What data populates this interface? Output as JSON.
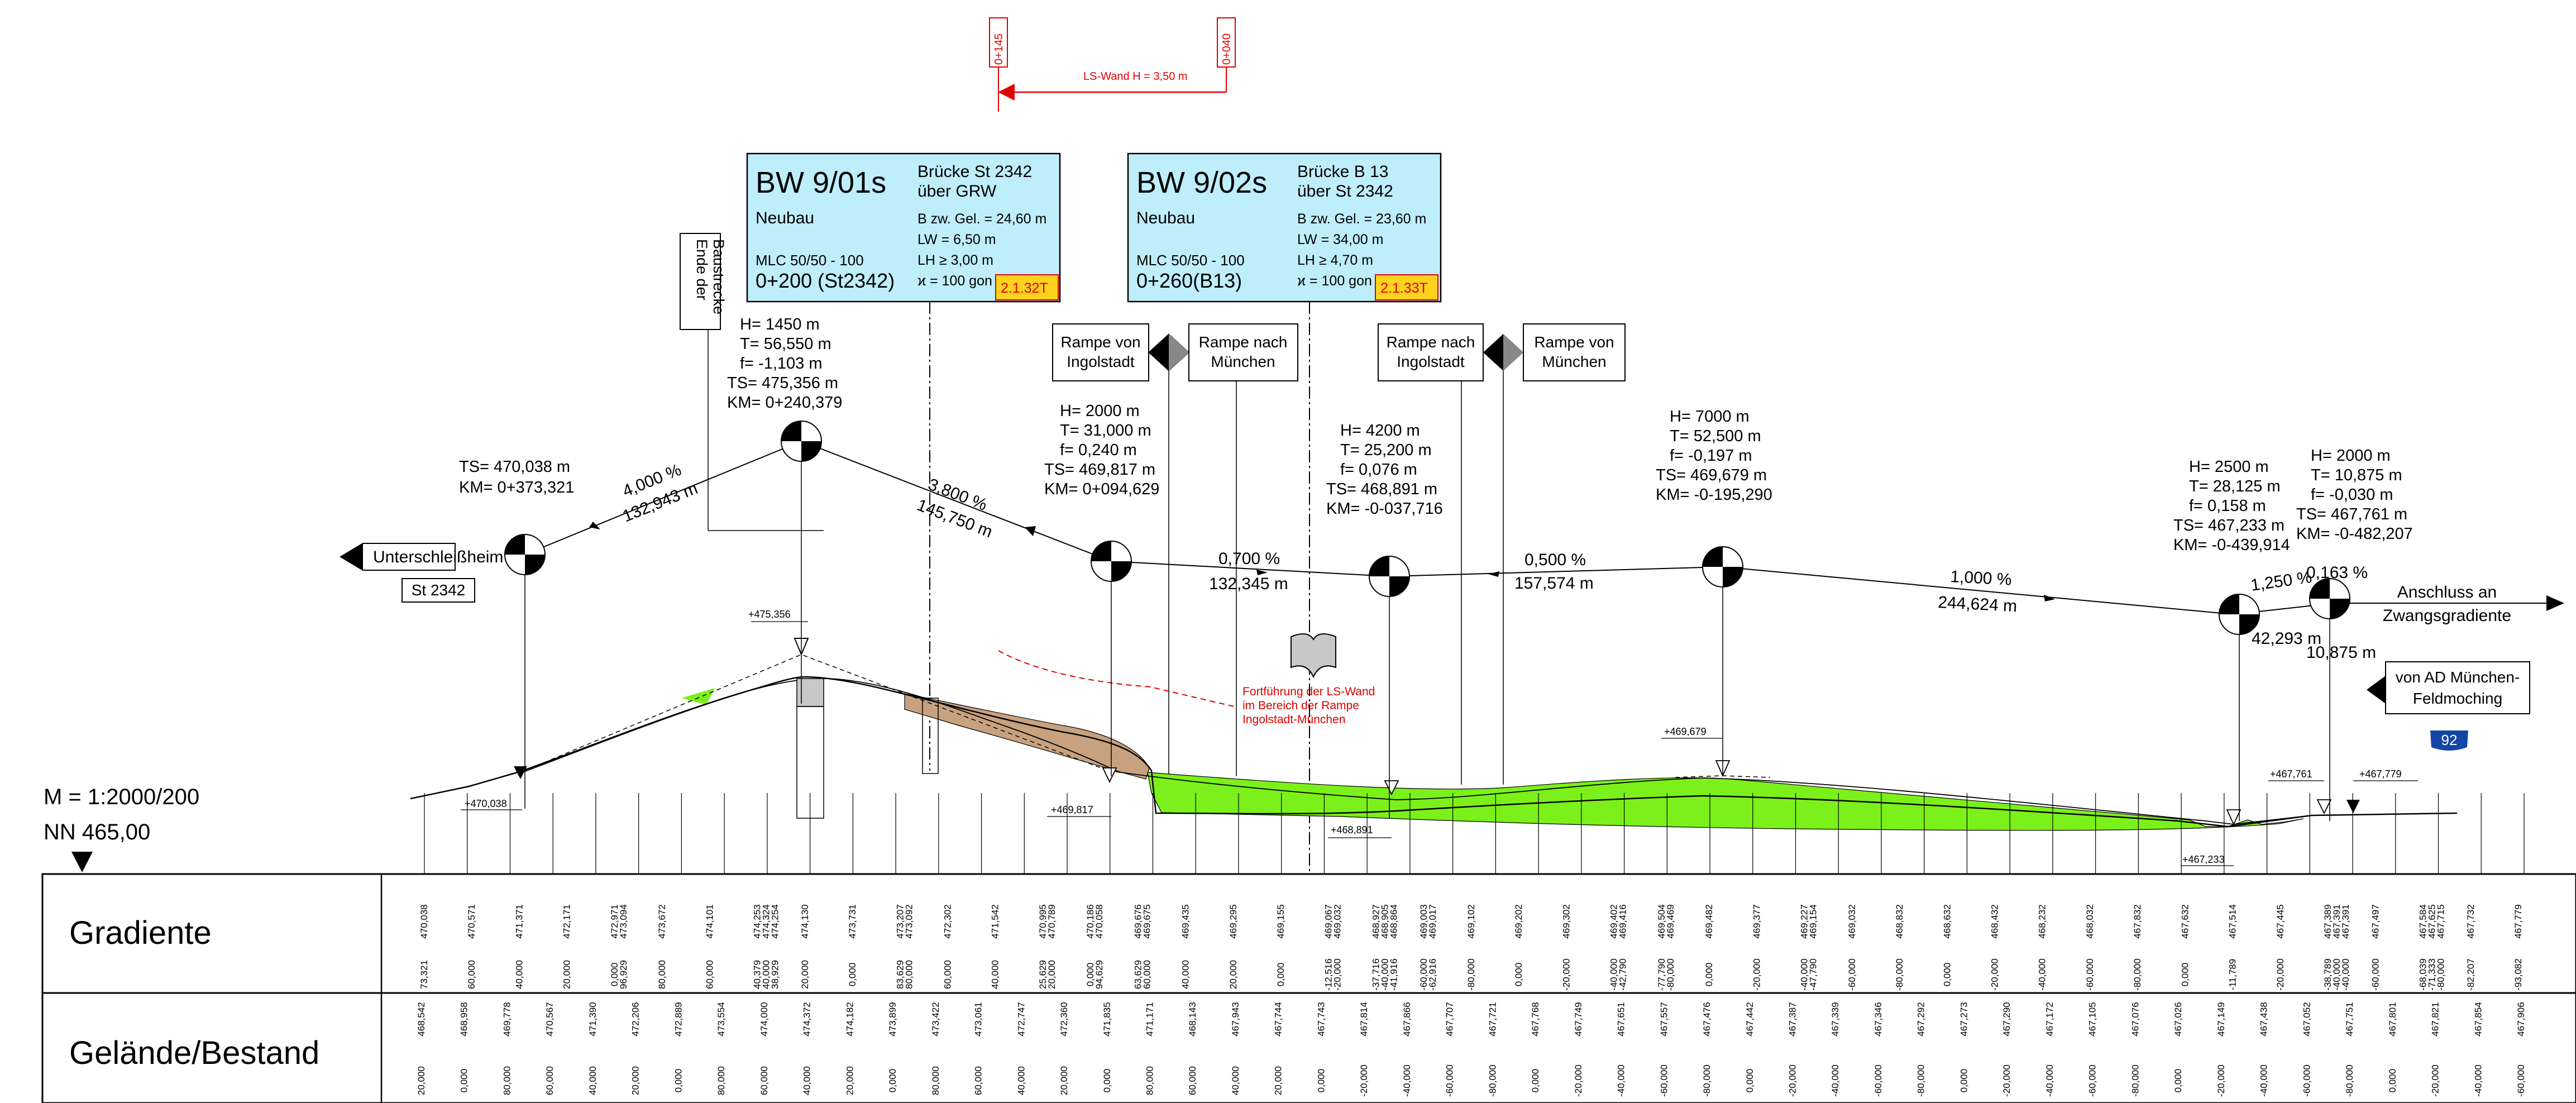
{
  "drawing": {
    "scale": "M = 1:2000/200",
    "datum": "NN  465,00"
  },
  "noise_wall": {
    "start_station": "0+145",
    "end_station": "0+040",
    "label": "LS-Wand H = 3,50 m",
    "continuation_note": [
      "Fortführung der LS-Wand",
      "im Bereich der Rampe",
      "Ingolstadt-München"
    ]
  },
  "bridges": [
    {
      "id": "BW 9/01s",
      "status": "Neubau",
      "class": "MLC 50/50 - 100",
      "station": "0+200 (St2342)",
      "name_lines": [
        "Brücke St 2342",
        "über GRW"
      ],
      "specs": [
        "B zw. Gel. = 24,60 m",
        "LW = 6,50 m",
        "LH ≥ 3,00 m",
        "ϰ = 100 gon"
      ],
      "ref": "2.1.32T"
    },
    {
      "id": "BW 9/02s",
      "status": "Neubau",
      "class": "MLC 50/50 - 100",
      "station": "0+260(B13)",
      "name_lines": [
        "Brücke B 13",
        "über St 2342"
      ],
      "specs": [
        "B zw. Gel. = 23,60 m",
        "LW = 34,00 m",
        "LH ≥ 4,70 m",
        "ϰ = 100 gon"
      ],
      "ref": "2.1.33T"
    }
  ],
  "construction_end_label": [
    "Ende der",
    "Baustrecke"
  ],
  "ramps": [
    {
      "left": [
        "Rampe von",
        "Ingolstadt"
      ],
      "right": [
        "Rampe nach",
        "München"
      ]
    },
    {
      "left": [
        "Rampe nach",
        "Ingolstadt"
      ],
      "right": [
        "Rampe von",
        "München"
      ]
    }
  ],
  "destinations": {
    "left_arrow": "Unterschleißheim",
    "road_number": "St 2342",
    "right_arrow": [
      "Anschluss an",
      "Zwangsgradiente"
    ],
    "lower_right_sign": [
      "von AD München-",
      "Feldmoching"
    ],
    "motorway_number": "92"
  },
  "vertical_curves": [
    {
      "lines": [
        "H=    1450 m",
        "T=   56,550 m",
        "f=   -1,103 m",
        "TS=  475,356 m",
        "KM=  0+240,379"
      ]
    },
    {
      "lines": [
        "H=    2000 m",
        "T=   31,000 m",
        "f=    0,240 m",
        "TS=  469,817 m",
        "KM=  0+094,629"
      ]
    },
    {
      "lines": [
        "H=    4200 m",
        "T=   25,200 m",
        "f=    0,076 m",
        "TS=  468,891 m",
        "KM=  -0-037,716"
      ]
    },
    {
      "lines": [
        "H=    7000 m",
        "T=   52,500 m",
        "f=   -0,197 m",
        "TS=  469,679 m",
        "KM=  -0-195,290"
      ]
    },
    {
      "lines": [
        "H=    2500 m",
        "T=   28,125 m",
        "f=    0,158 m",
        "TS=  467,233 m",
        "KM=  -0-439,914"
      ]
    },
    {
      "lines": [
        "H=    2000 m",
        "T=   10,875 m",
        "f=   -0,030 m",
        "TS=  467,761 m",
        "KM=  -0-482,207"
      ]
    }
  ],
  "start_point": {
    "lines": [
      "TS=  470,038 m",
      "KM=  0+373,321"
    ]
  },
  "grades": [
    {
      "pct": "4,000 %",
      "len": "132,943 m"
    },
    {
      "pct": "3,800 %",
      "len": "145,750 m"
    },
    {
      "pct": "0,700 %",
      "len": "132,345 m"
    },
    {
      "pct": "0,500 %",
      "len": "157,574 m"
    },
    {
      "pct": "1,000 %",
      "len": "244,624 m"
    },
    {
      "pct": "1,250 %",
      "len": "42,293 m"
    },
    {
      "pct": "0,163 %",
      "len": "10,875 m"
    }
  ],
  "profile_levels": [
    "+475,356",
    "+470,038",
    "+469,817",
    "+468,891",
    "+469,679",
    "+467,233",
    "+467,761",
    "+467,779"
  ],
  "table": {
    "row1_label": "Gradiente",
    "row2_label": "Gelände/Bestand",
    "gradiente_cols": [
      [
        "470,038",
        "73,321"
      ],
      [
        "470,571",
        "60,000"
      ],
      [
        "471,371",
        "40,000"
      ],
      [
        "472,171",
        "20,000"
      ],
      [
        "472,971",
        "473,094",
        "0,000",
        "96,929"
      ],
      [
        "473,672",
        "80,000"
      ],
      [
        "474,101",
        "60,000"
      ],
      [
        "474,253",
        "474,324",
        "474,254",
        "40,379",
        "40,000",
        "38,929"
      ],
      [
        "474,130",
        "20,000"
      ],
      [
        "473,731",
        "0,000"
      ],
      [
        "473,207",
        "473,092",
        "83,629",
        "80,000"
      ],
      [
        "472,302",
        "60,000"
      ],
      [
        "471,542",
        "40,000"
      ],
      [
        "470,995",
        "470,789",
        "25,629",
        "20,000"
      ],
      [
        "470,186",
        "470,058",
        "0,000",
        "94,629"
      ],
      [
        "469,676",
        "469,675",
        "63,629",
        "60,000"
      ],
      [
        "469,435",
        "40,000"
      ],
      [
        "469,295",
        "20,000"
      ],
      [
        "469,155",
        "0,000"
      ],
      [
        "469,067",
        "469,032",
        "-12,516",
        "-20,000"
      ],
      [
        "468,927",
        "468,905",
        "468,864",
        "-37,716",
        "-40,000",
        "-41,916"
      ],
      [
        "469,003",
        "469,017",
        "-60,000",
        "-62,916"
      ],
      [
        "469,102",
        "-80,000"
      ],
      [
        "469,202",
        "0,000"
      ],
      [
        "469,302",
        "-20,000"
      ],
      [
        "469,402",
        "469,416",
        "-40,000",
        "-42,790"
      ],
      [
        "469,504",
        "469,469",
        "-77,790",
        "-80,000"
      ],
      [
        "469,482",
        "0,000"
      ],
      [
        "469,377",
        "-20,000"
      ],
      [
        "469,227",
        "469,154",
        "-40,000",
        "-47,790"
      ],
      [
        "469,032",
        "-60,000"
      ],
      [
        "468,832",
        "-80,000"
      ],
      [
        "468,632",
        "0,000"
      ],
      [
        "468,432",
        "-20,000"
      ],
      [
        "468,232",
        "-40,000"
      ],
      [
        "468,032",
        "-60,000"
      ],
      [
        "467,832",
        "-80,000"
      ],
      [
        "467,632",
        "0,000"
      ],
      [
        "467,514",
        "-11,789"
      ],
      [
        "467,445",
        "-20,000"
      ],
      [
        "467,389",
        "467,391",
        "467,391",
        "-38,789",
        "-40,000",
        "-40,000"
      ],
      [
        "467,497",
        "-60,000"
      ],
      [
        "467,584",
        "467,625",
        "467,715",
        "-68,039",
        "-71,333",
        "-80,000"
      ],
      [
        "467,732",
        "-82,207"
      ],
      [
        "467,779",
        "-93,082"
      ]
    ],
    "gelaende_cols": [
      [
        "468,542",
        "20,000"
      ],
      [
        "468,958",
        "0,000"
      ],
      [
        "469,778",
        "80,000"
      ],
      [
        "470,567",
        "60,000"
      ],
      [
        "471,390",
        "40,000"
      ],
      [
        "472,206",
        "20,000"
      ],
      [
        "472,889",
        "0,000"
      ],
      [
        "473,554",
        "80,000"
      ],
      [
        "474,000",
        "60,000"
      ],
      [
        "474,372",
        "40,000"
      ],
      [
        "474,182",
        "20,000"
      ],
      [
        "473,899",
        "0,000"
      ],
      [
        "473,422",
        "80,000"
      ],
      [
        "473,061",
        "60,000"
      ],
      [
        "472,747",
        "40,000"
      ],
      [
        "472,360",
        "20,000"
      ],
      [
        "471,835",
        "0,000"
      ],
      [
        "471,171",
        "80,000"
      ],
      [
        "468,143",
        "60,000"
      ],
      [
        "467,943",
        "40,000"
      ],
      [
        "467,744",
        "20,000"
      ],
      [
        "467,743",
        "0,000"
      ],
      [
        "467,814",
        "-20,000"
      ],
      [
        "467,866",
        "-40,000"
      ],
      [
        "467,707",
        "-60,000"
      ],
      [
        "467,721",
        "-80,000"
      ],
      [
        "467,768",
        "0,000"
      ],
      [
        "467,749",
        "-20,000"
      ],
      [
        "467,651",
        "-40,000"
      ],
      [
        "467,557",
        "-60,000"
      ],
      [
        "467,476",
        "-80,000"
      ],
      [
        "467,442",
        "0,000"
      ],
      [
        "467,387",
        "-20,000"
      ],
      [
        "467,339",
        "-40,000"
      ],
      [
        "467,346",
        "-60,000"
      ],
      [
        "467,292",
        "-80,000"
      ],
      [
        "467,273",
        "0,000"
      ],
      [
        "467,290",
        "-20,000"
      ],
      [
        "467,172",
        "-40,000"
      ],
      [
        "467,105",
        "-60,000"
      ],
      [
        "467,076",
        "-80,000"
      ],
      [
        "467,026",
        "0,000"
      ],
      [
        "467,149",
        "-20,000"
      ],
      [
        "467,438",
        "-40,000"
      ],
      [
        "467,052",
        "-60,000"
      ],
      [
        "467,751",
        "-80,000"
      ],
      [
        "467,801",
        "0,000"
      ],
      [
        "467,821",
        "-20,000"
      ],
      [
        "467,854",
        "-40,000"
      ],
      [
        "467,906",
        "-60,000"
      ]
    ]
  }
}
